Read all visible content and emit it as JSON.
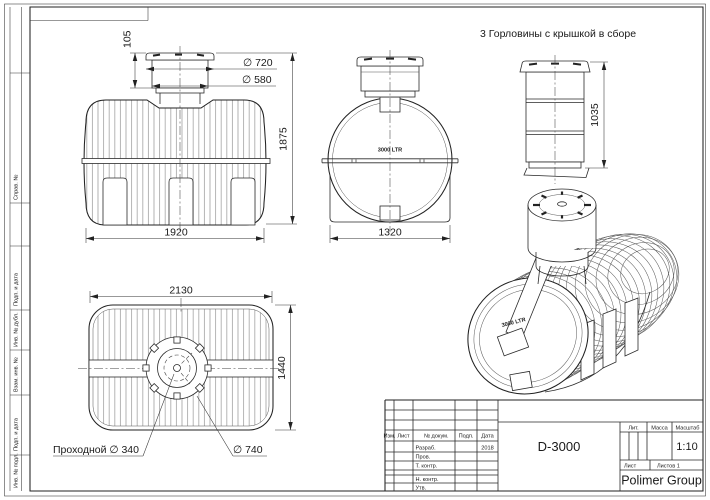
{
  "margin": {
    "labels": [
      "Справ. №",
      "Подп. и дата",
      "Инв. № дубл.",
      "Взам. инв. №",
      "Подп. и дата",
      "Инв. № подл."
    ]
  },
  "views": {
    "front": {
      "dim_105": "105",
      "dim_720": "∅ 720",
      "dim_580": "∅ 580",
      "dim_1875": "1875",
      "dim_1920": "1920"
    },
    "side": {
      "volume_label": "3000 LTR",
      "dim_1320": "1320"
    },
    "neck_detail": {
      "title": "3 Горловины с крышкой в сборе",
      "dim_1035": "1035"
    },
    "top": {
      "dim_2130": "2130",
      "dim_1440": "1440",
      "drain_label": "Проходной ∅ 340",
      "flange_label": "∅ 740"
    },
    "iso": {
      "volume_label": "3000 LTR"
    }
  },
  "title_block": {
    "header": [
      "Изм.",
      "Лист",
      "№ докум.",
      "Подп.",
      "Дата"
    ],
    "rows": [
      "Разраб.",
      "Пров.",
      "Т. контр.",
      "Н. контр.",
      "Утв."
    ],
    "date": "2018",
    "doc_number": "D-3000",
    "lit_label": "Лит.",
    "mass_label": "Масса",
    "scale_label": "Масштаб",
    "scale_value": "1:10",
    "sheet_label": "Лист",
    "sheets_label": "Листов 1",
    "company": "Polimer Group"
  },
  "colors": {
    "line": "#222222",
    "paper": "#ffffff"
  }
}
